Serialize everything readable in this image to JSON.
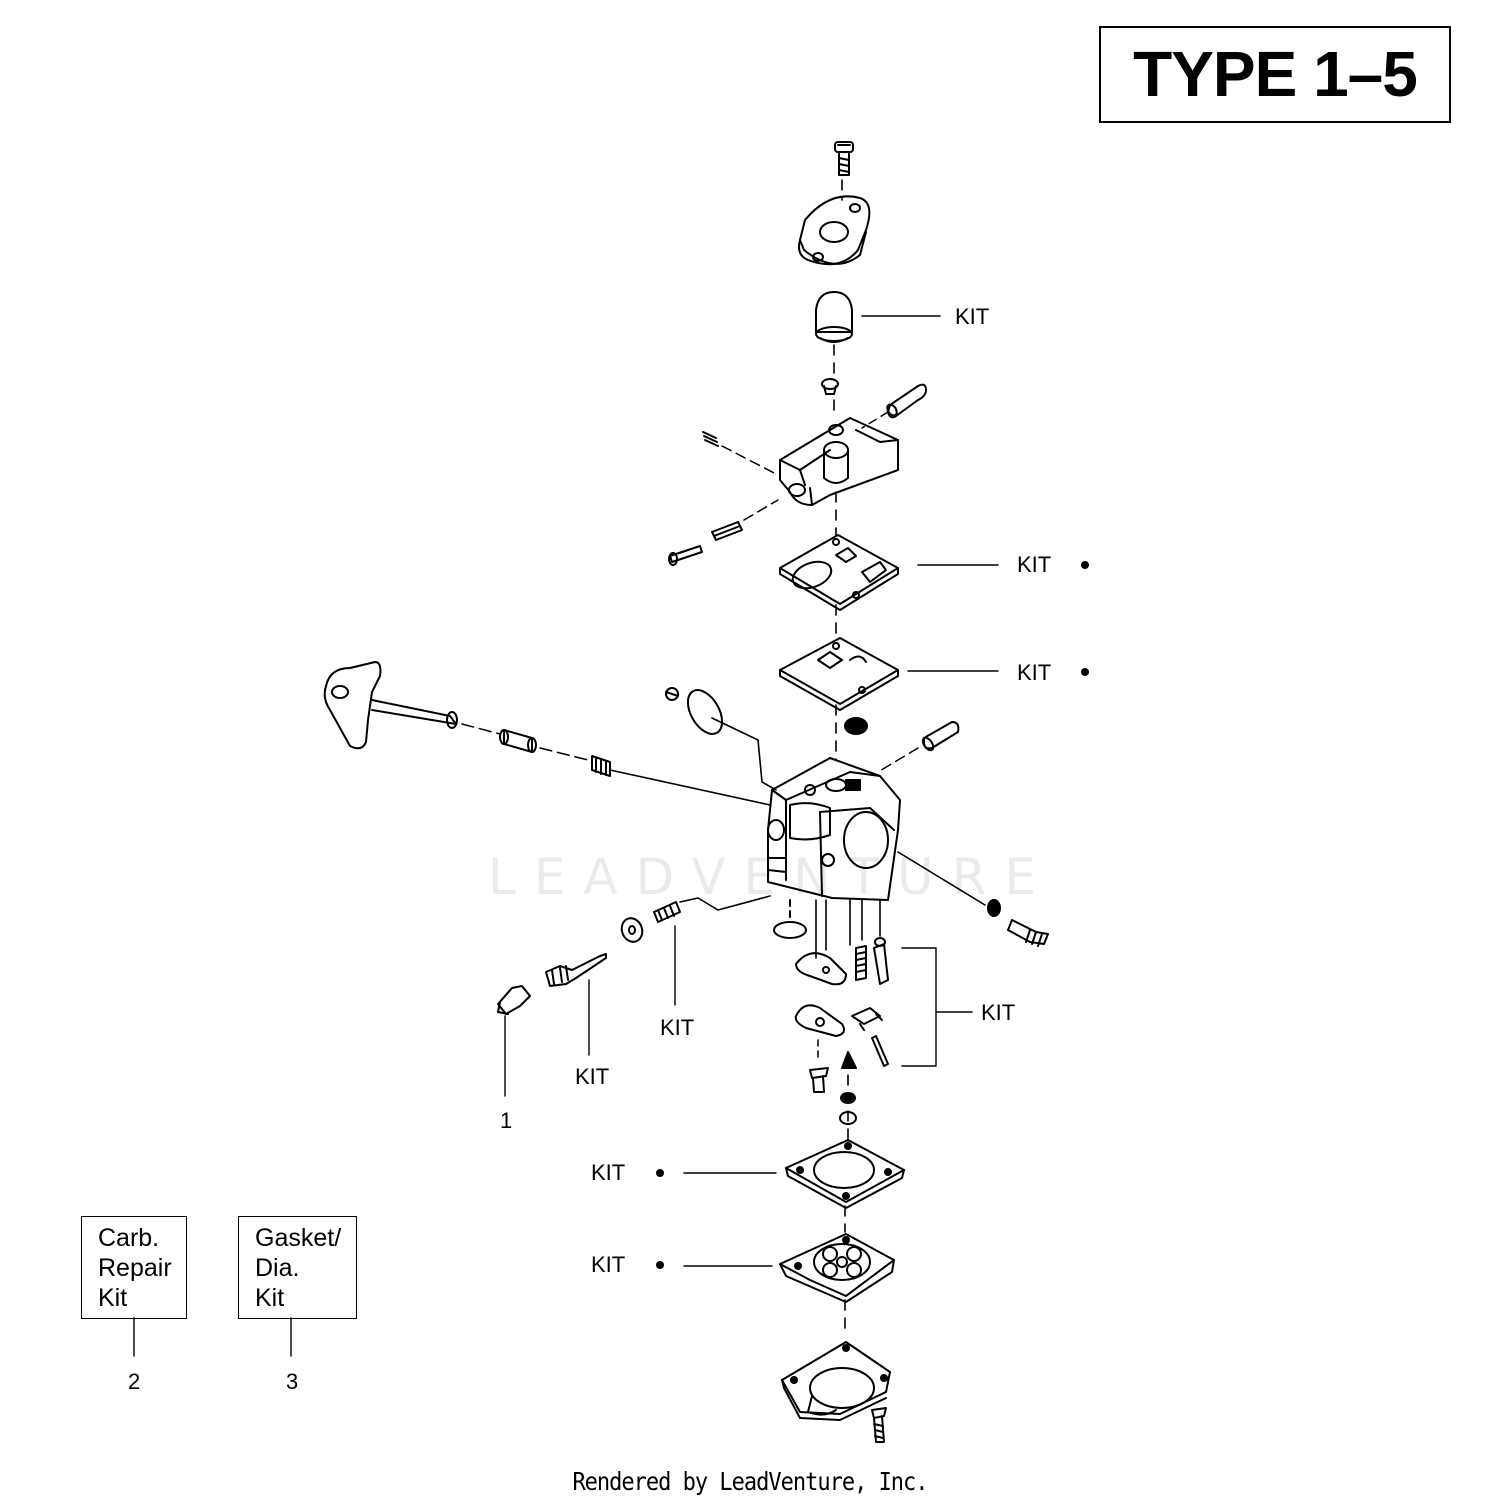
{
  "type_label": "TYPE 1–5",
  "callouts": {
    "kit_primer": "KIT",
    "kit_gasket_top": "KIT",
    "kit_dia_top": "KIT",
    "kit_bottom_gasket": "KIT",
    "kit_bottom_dia": "KIT",
    "kit_needle_group": "KIT",
    "kit_spring": "KIT",
    "kit_needle": "KIT",
    "ref_1": "1",
    "ref_2": "2",
    "ref_3": "3"
  },
  "legend": {
    "carb_repair_kit": [
      "Carb.",
      "Repair",
      "Kit"
    ],
    "gasket_dia_kit": [
      "Gasket/",
      "Dia.",
      "Kit"
    ]
  },
  "watermark": "LEADVENTURE",
  "footer": "Rendered by LeadVenture, Inc.",
  "colors": {
    "ink": "#000000",
    "paper": "#ffffff"
  }
}
